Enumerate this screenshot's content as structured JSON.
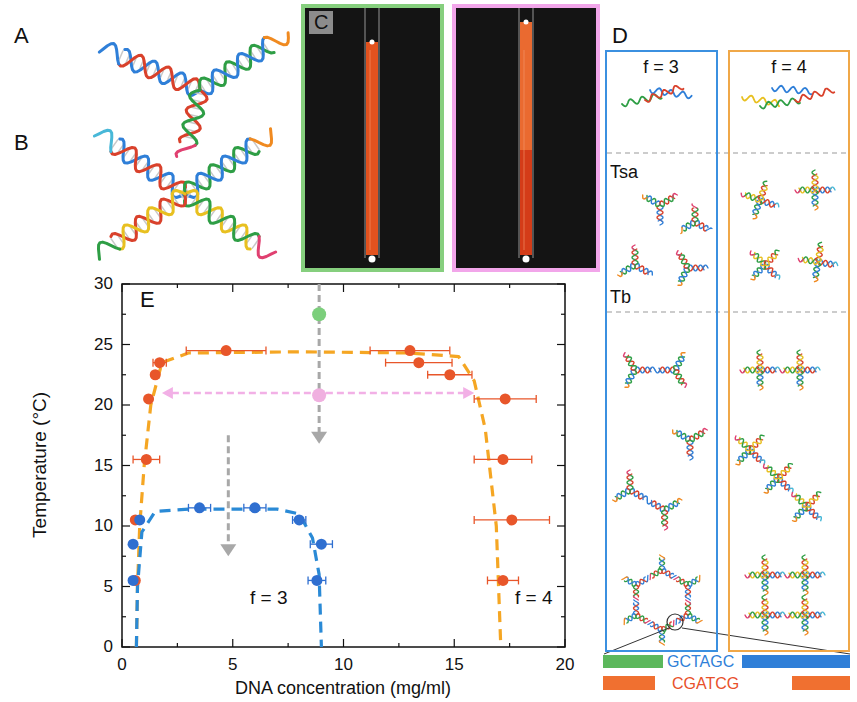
{
  "diagram": {
    "nodes": [
      {
        "text": [
          "C"
        ]
      },
      {
        "text": [
          "f = 3",
          "Tsa",
          "Tb"
        ]
      },
      {
        "text": [
          "f = 4"
        ]
      }
    ],
    "labels": [
      "A",
      "B",
      "D",
      "E",
      "30",
      "25",
      "20",
      "15",
      "10",
      "5",
      "0",
      "0",
      "5",
      "10",
      "15",
      "20",
      "Temperature (°C)",
      "DNA concentration (mg/ml)",
      "f = 3",
      "f = 4",
      "GCTAGC",
      "CGATCG"
    ]
  }
}
